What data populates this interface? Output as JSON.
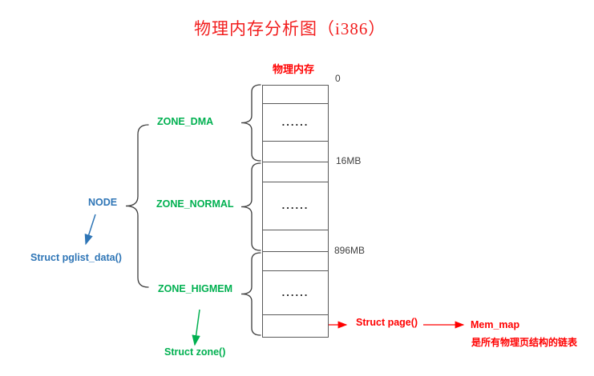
{
  "title": "物理内存分析图（i386）",
  "memory": {
    "label": "物理内存",
    "markers": [
      "0",
      "16MB",
      "896MB"
    ],
    "dots": "......"
  },
  "zones": [
    {
      "label": "ZONE_DMA"
    },
    {
      "label": "ZONE_NORMAL"
    },
    {
      "label": "ZONE_HIGMEM"
    }
  ],
  "node": {
    "label": "NODE",
    "struct_label": "Struct pglist_data()"
  },
  "zone_struct_label": "Struct zone()",
  "page_struct": {
    "label": "Struct page()",
    "memmap_label": "Mem_map",
    "note": "是所有物理页结构的链表"
  },
  "colors": {
    "red": "#FF0000",
    "green": "#00B050",
    "blue": "#2E75B6",
    "line": "#595959",
    "brace": "#3d3d3d"
  }
}
